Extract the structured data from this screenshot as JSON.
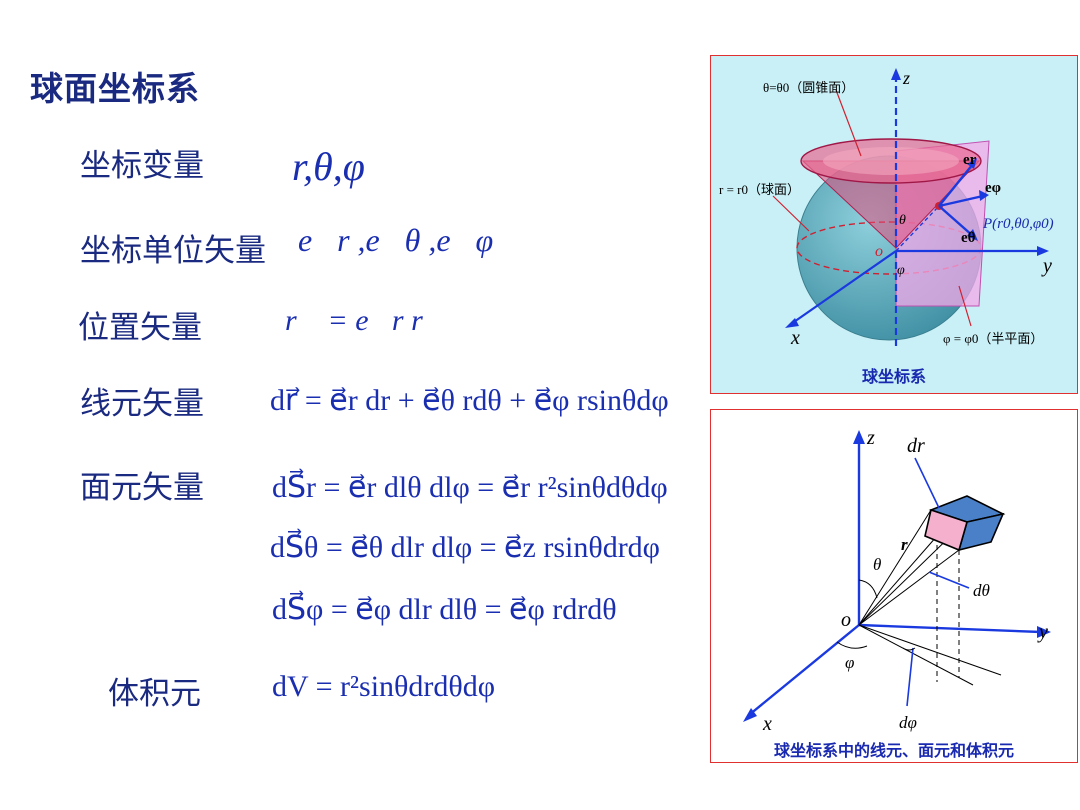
{
  "slide": {
    "title": "球面坐标系",
    "coord_vars": {
      "label": "坐标变量",
      "formula": "r,θ,φ"
    },
    "unit_vectors": {
      "label": "坐标单位矢量",
      "formula": "e⃗r ,e⃗θ ,e⃗φ"
    },
    "position_vector": {
      "label": "位置矢量",
      "formula": "r⃗ = e⃗r r"
    },
    "line_element": {
      "label": "线元矢量",
      "formula": "dr⃗ = e⃗r dr + e⃗θ rdθ + e⃗φ rsinθdφ"
    },
    "surface_element": {
      "label": "面元矢量",
      "formulas": [
        "dS⃗r = e⃗r dlθ dlφ = e⃗r r²sinθdθdφ",
        "dS⃗θ = e⃗θ dlr dlφ = e⃗z rsinθdrdφ",
        "dS⃗φ = e⃗φ dlr dlθ = e⃗φ rdrdθ"
      ]
    },
    "volume_element": {
      "label": "体积元",
      "formula": "dV = r²sinθdrdθdφ"
    }
  },
  "figure_top": {
    "caption": "球坐标系",
    "labels": {
      "cone": "θ=θ0（圆锥面）",
      "sphere": "r = r0（球面）",
      "half_plane": "φ = φ0（半平面）",
      "point": "P(r0,θ0,φ0)",
      "z": "z",
      "y": "y",
      "x": "x",
      "o": "o",
      "er": "er",
      "ephi": "eφ",
      "etheta": "eθ",
      "theta": "θ",
      "phi": "φ"
    },
    "colors": {
      "background": "#c9f0f6",
      "sphere": "#5aa7b8",
      "cone": "#e04a7a",
      "plane": "#f3a8e8",
      "axes": "#1a3ae0"
    }
  },
  "figure_bottom": {
    "caption": "球坐标系中的线元、面元和体积元",
    "labels": {
      "z": "z",
      "y": "y",
      "x": "x",
      "o": "o",
      "dr": "dr",
      "r": "r",
      "theta": "θ",
      "dtheta": "dθ",
      "phi": "φ",
      "dphi": "dφ"
    }
  }
}
